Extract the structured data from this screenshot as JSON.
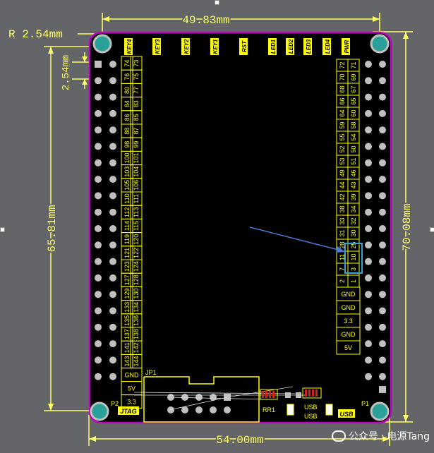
{
  "dimensions": {
    "top_width": "49.83mm",
    "bottom_width": "54.00mm",
    "left_height": "65.81mm",
    "right_height": "70.08mm",
    "corner_radius": "R 2.54mm",
    "pin_pitch": "2.54mm"
  },
  "top_labels": [
    "KEY4",
    "KEY3",
    "KEY2",
    "KEY1",
    "RST",
    "LED1",
    "LED2",
    "LED3",
    "LED4",
    "PWR"
  ],
  "left_header": {
    "name": "P2",
    "numbers": [
      [
        "74",
        "73"
      ],
      [
        "76",
        "75"
      ],
      [
        "80",
        "77"
      ],
      [
        "84",
        "83"
      ],
      [
        "86",
        "85"
      ],
      [
        "88",
        "87"
      ],
      [
        "98",
        "99"
      ],
      [
        "100",
        "101"
      ],
      [
        "103",
        "104"
      ],
      [
        "105",
        "106"
      ],
      [
        "110",
        "111"
      ],
      [
        "112",
        "113"
      ],
      [
        "114",
        "115"
      ],
      [
        "119",
        "120"
      ],
      [
        "121",
        "122"
      ],
      [
        "123",
        "124"
      ],
      [
        "127",
        "128"
      ],
      [
        "129",
        "130"
      ],
      [
        "133",
        "134"
      ],
      [
        "135",
        "136"
      ],
      [
        "137",
        "138"
      ],
      [
        "141",
        "142"
      ],
      [
        "143",
        "144"
      ]
    ],
    "power": [
      "GND",
      "5V",
      "3.3"
    ]
  },
  "right_header": {
    "name": "P1",
    "numbers": [
      [
        "72",
        "71"
      ],
      [
        "70",
        "69"
      ],
      [
        "68",
        "67"
      ],
      [
        "66",
        "65"
      ],
      [
        "64",
        "60"
      ],
      [
        "59",
        "58"
      ],
      [
        "55",
        "54"
      ],
      [
        "52",
        "50"
      ],
      [
        "53",
        "51"
      ],
      [
        "49",
        "46"
      ],
      [
        "44",
        "43"
      ],
      [
        "42",
        "39"
      ],
      [
        "38",
        "34"
      ],
      [
        "33",
        "32"
      ],
      [
        "31",
        "30"
      ],
      [
        "28",
        "25"
      ],
      [
        "11",
        "10"
      ],
      [
        "7",
        "3"
      ],
      [
        "2",
        "1"
      ]
    ],
    "power": [
      "GND",
      "GND",
      "3.3",
      "GND",
      "5V"
    ]
  },
  "connectors": {
    "jp1": "JP1",
    "jtag": "JTAG",
    "rr1": "RR1",
    "usb1": "USB",
    "usb2": "USB",
    "usb_badge": "USB"
  },
  "watermark": {
    "prefix": "公众号",
    "sep": "·",
    "name": "电源Tang"
  },
  "colors": {
    "background": "#636569",
    "board": "#000000",
    "outline": "#c000c0",
    "silk": "#ffff00",
    "dimension": "#ffff66",
    "pad": "#c0c0c0",
    "mount_hole": "#2aa198",
    "highlight": "#3aa0d0",
    "arrow": "#4a7bd0"
  }
}
